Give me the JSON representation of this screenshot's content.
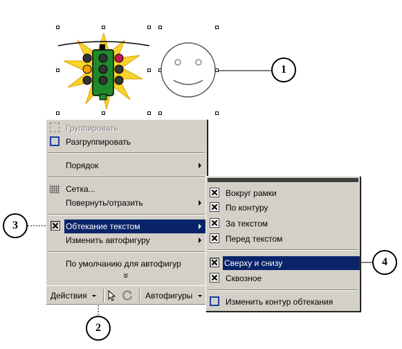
{
  "draw_menu": {
    "items": [
      {
        "label": "Группировать",
        "disabled": true
      },
      {
        "label": "Разгруппировать"
      },
      {
        "label": "Порядок",
        "submenu": true
      },
      {
        "label": "Сетка..."
      },
      {
        "label": "Повернуть/отразить",
        "submenu": true
      },
      {
        "label": "Обтекание текстом",
        "submenu": true,
        "highlighted": true
      },
      {
        "label": "Изменить автофигуру",
        "submenu": true
      },
      {
        "label": "По умолчанию для автофигур"
      }
    ],
    "more_glyph": "»"
  },
  "wrap_submenu": {
    "items": [
      {
        "label": "Вокруг рамки"
      },
      {
        "label": "По контуру"
      },
      {
        "label": "За текстом"
      },
      {
        "label": "Перед текстом"
      },
      {
        "label": "Сверху и снизу",
        "highlighted": true
      },
      {
        "label": "Сквозное"
      },
      {
        "label": "Изменить контур обтекания"
      }
    ]
  },
  "toolbar": {
    "actions_label": "Действия",
    "autoshapes_label": "Автофигуры"
  },
  "callouts": [
    "1",
    "2",
    "3",
    "4"
  ],
  "colors": {
    "menu_bg": "#d4d0c8",
    "highlight": "#0a246a",
    "traffic_light_body": "#1f8a2c",
    "sun": "#f6d32d"
  }
}
